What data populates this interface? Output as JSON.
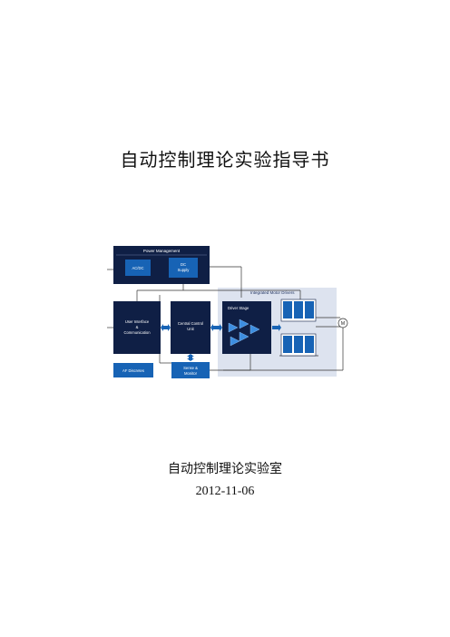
{
  "document": {
    "title": "自动控制理论实验指导书",
    "organization": "自动控制理论实验室",
    "date": "2012-11-06"
  },
  "diagram": {
    "power_management": "Power Management",
    "acdc": "AC/DC",
    "dc_supply_line1": "DC",
    "dc_supply_line2": "Supply",
    "integrated_drivers": "Integrated Motor Drivers",
    "user_interface_line1": "User Interface",
    "user_interface_line2": "&",
    "user_interface_line3": "Communication",
    "central_control_line1": "Central Control",
    "central_control_line2": "Unit",
    "driver_stage": "Driver Stage",
    "af_discretes": "AF Discretes",
    "sense_line1": "Sense &",
    "sense_line2": "Monitor",
    "motor_label": "M",
    "colors": {
      "dark_block": "#0f1f45",
      "blue_block": "#1763b5",
      "panel": "#dde3ef",
      "line": "#333333"
    }
  }
}
